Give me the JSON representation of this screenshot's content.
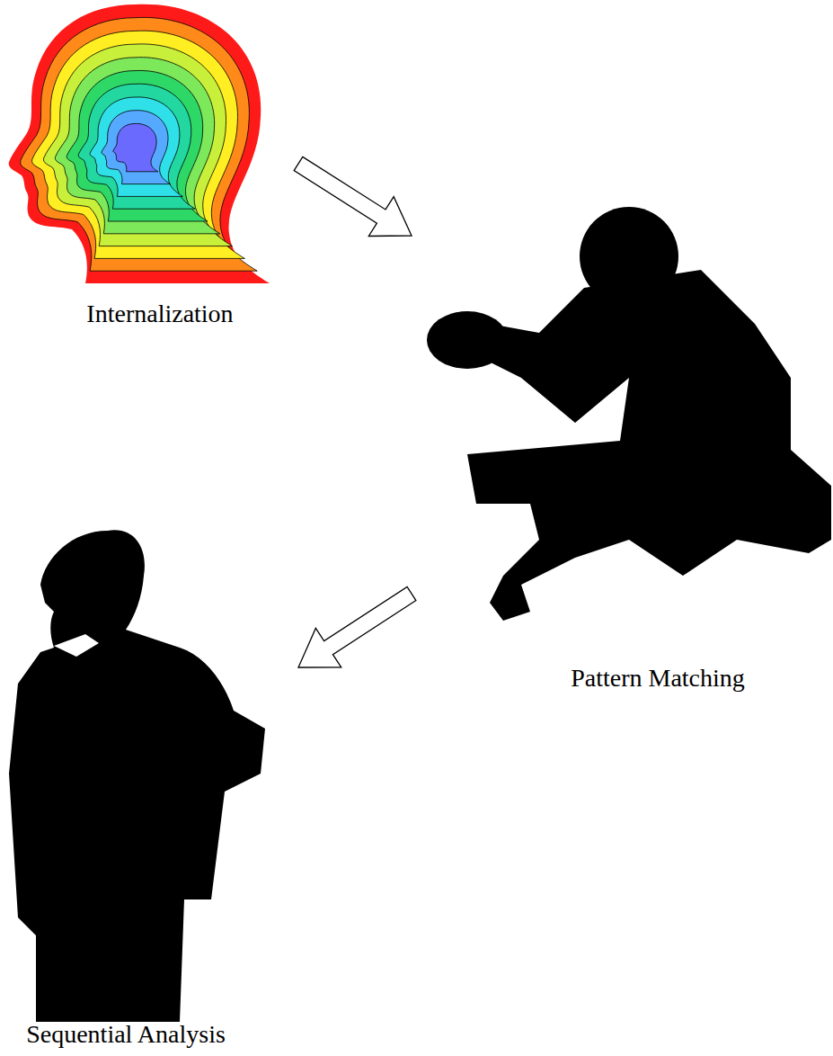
{
  "diagram": {
    "nodes": [
      {
        "text": [
          "Internalization"
        ]
      },
      {
        "text": [
          "Pattern Matching"
        ]
      },
      {
        "text": [
          "Sequential Analysis"
        ]
      }
    ],
    "edges": [
      {
        "from": 0,
        "to": 1,
        "arrow": "to"
      },
      {
        "from": 1,
        "to": 2,
        "arrow": "to"
      }
    ]
  }
}
